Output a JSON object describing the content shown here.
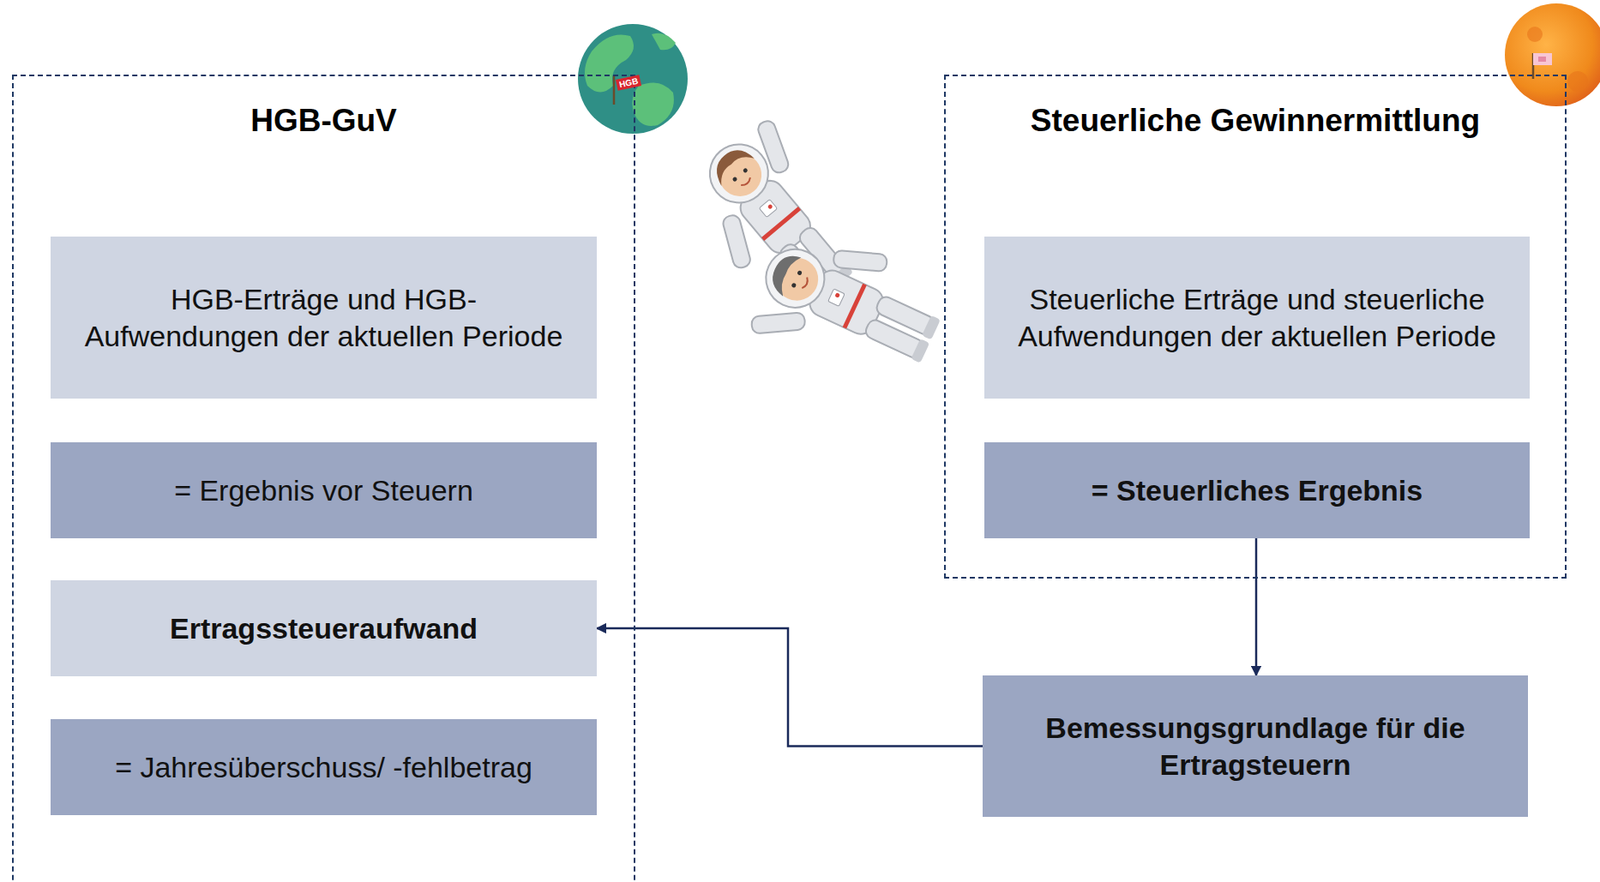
{
  "diagram": {
    "nodes": [
      {
        "text": [
          "HGB-GuV"
        ]
      },
      {
        "text": [
          "HGB-Erträge und HGB- Aufwendungen der aktuellen Periode"
        ],
        "in": 0
      },
      {
        "text": [
          "= Ergebnis vor Steuern"
        ],
        "in": 0
      },
      {
        "text": [
          "Ertragssteueraufwand"
        ],
        "in": 0
      },
      {
        "text": [
          "= Jahresüberschuss/ -fehlbetrag"
        ],
        "in": 0
      },
      {
        "text": [
          "Steuerliche Gewinnermittlung"
        ]
      },
      {
        "text": [
          "Steuerliche Erträge und steuerliche Aufwendungen der aktuellen Periode"
        ],
        "in": 5
      },
      {
        "text": [
          "= Steuerliches Ergebnis"
        ],
        "in": 5
      },
      {
        "text": [
          "Bemessungsgrundlage für die Ertragsteuern"
        ]
      }
    ],
    "edges": [
      {
        "from": 7,
        "to": 8,
        "arrow": "to"
      },
      {
        "from": 8,
        "to": 3,
        "arrow": "to"
      }
    ],
    "labels": [
      "HGB"
    ]
  }
}
